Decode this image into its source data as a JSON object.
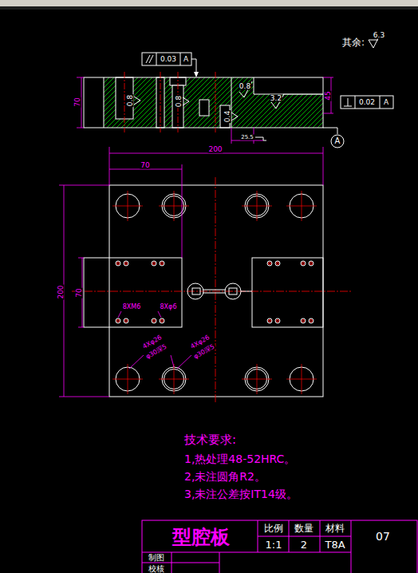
{
  "diagram": {
    "labels": [
      "其余:",
      "6.3",
      "0.03",
      "A",
      "70",
      "0.8",
      "0.8",
      "0.4",
      "0.8",
      "3.2",
      "45",
      "0.02",
      "A",
      "A",
      "25.5",
      "200",
      "70",
      "200",
      "70",
      "8XM6",
      "8Xφ6",
      "4Xφ26",
      "φ30深5",
      "4Xφ26",
      "φ30深5",
      "技术要求:",
      "1,热处理48-52HRC。",
      "2,未注圆角R2。",
      "3,未注公差按IT14级。",
      "型腔板",
      "比例",
      "数量",
      "材料",
      "1:1",
      "2",
      "T8A",
      "07",
      "制图",
      "校核"
    ]
  }
}
